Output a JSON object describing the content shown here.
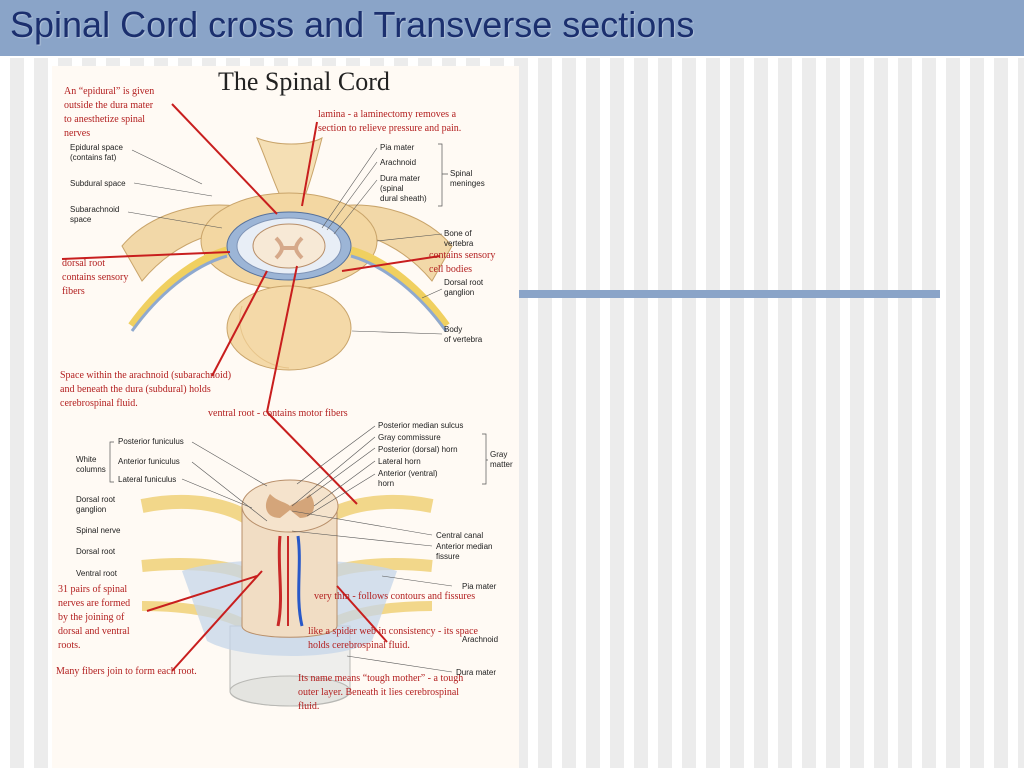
{
  "slide": {
    "title": "Spinal Cord cross and Transverse sections"
  },
  "figure": {
    "heading": "The Spinal Cord",
    "red_notes": {
      "epidural_1": "An “epidural” is given",
      "epidural_2": "outside the dura mater",
      "epidural_3": "to anesthetize spinal",
      "epidural_4": "nerves",
      "lamina_1": "lamina - a laminectomy removes a",
      "lamina_2": "section to relieve pressure and pain.",
      "dorsal_1": "dorsal   root",
      "dorsal_2": "contains sensory",
      "dorsal_3": "fibers",
      "sensory_1": "contains sensory",
      "sensory_2": "cell bodies",
      "space_1": "Space within the arachnoid (subarachnoid)",
      "space_2": "and beneath the dura (subdural) holds",
      "space_3": "cerebrospinal fluid.",
      "ventral": "ventral root - contains motor fibers",
      "pairs_1": "31 pairs of spinal",
      "pairs_2": "nerves are formed",
      "pairs_3": "by the joining of",
      "pairs_4": "dorsal and ventral",
      "pairs_5": "roots.",
      "many": "Many fibers join to form each root.",
      "thin": "very thin - follows contours and fissures",
      "web_1": "like a spider web in consistency - its space",
      "web_2": "holds cerebrospinal fluid.",
      "tough_1": "Its name means “tough mother” - a tough",
      "tough_2": "outer layer.  Beneath it lies cerebrospinal",
      "tough_3": "fluid."
    },
    "top_labels": {
      "epidural_space_1": "Epidural space",
      "epidural_space_2": "(contains fat)",
      "subdural": "Subdural space",
      "subarachnoid_1": "Subarachnoid",
      "subarachnoid_2": "space",
      "pia": "Pia mater",
      "arachnoid": "Arachnoid",
      "dura_1": "Dura mater",
      "dura_2": "(spinal",
      "dura_3": "dural sheath)",
      "meninges_1": "Spinal",
      "meninges_2": "meninges",
      "bone_1": "Bone of",
      "bone_2": "vertebra",
      "drg_1": "Dorsal root",
      "drg_2": "ganglion",
      "body_1": "Body",
      "body_2": "of vertebra"
    },
    "bottom_labels": {
      "post_median": "Posterior median sulcus",
      "gray_comm": "Gray commissure",
      "post_horn": "Posterior (dorsal) horn",
      "lat_horn": "Lateral horn",
      "ant_horn_1": "Anterior (ventral)",
      "ant_horn_2": "horn",
      "gray_1": "Gray",
      "gray_2": "matter",
      "post_fun": "Posterior funiculus",
      "ant_fun": "Anterior funiculus",
      "lat_fun": "Lateral funiculus",
      "white_1": "White",
      "white_2": "columns",
      "drg_1": "Dorsal root",
      "drg_2": "ganglion",
      "spinal_nerve": "Spinal nerve",
      "dorsal_root": "Dorsal root",
      "ventral_root": "Ventral root",
      "central_canal": "Central canal",
      "ant_fissure_1": "Anterior median",
      "ant_fissure_2": "fissure",
      "pia": "Pia mater",
      "arachnoid": "Arachnoid",
      "dura": "Dura mater"
    }
  },
  "colors": {
    "title_bar": "#8aa4c8",
    "title_text": "#1b2f6e",
    "annotation_red": "#b32020"
  }
}
